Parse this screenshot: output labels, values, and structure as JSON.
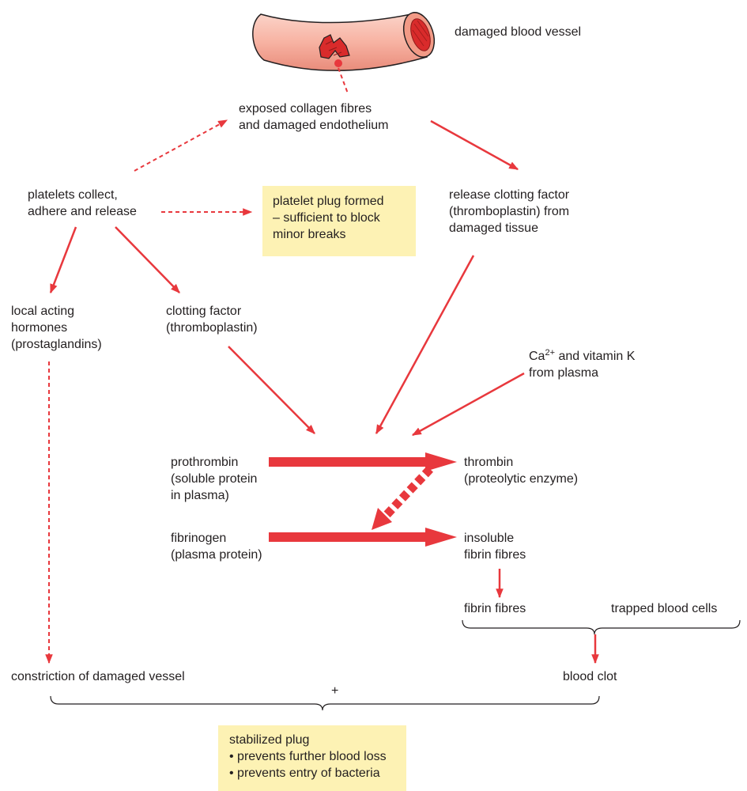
{
  "nodes": {
    "vessel": {
      "lines": [
        "damaged blood vessel"
      ]
    },
    "collagen": {
      "lines": [
        "exposed collagen fibres",
        "and damaged endothelium"
      ]
    },
    "platelets": {
      "lines": [
        "platelets collect,",
        "adhere and release"
      ]
    },
    "plug": {
      "lines": [
        "platelet plug formed",
        "– sufficient to block",
        "minor breaks"
      ]
    },
    "release": {
      "lines": [
        "release clotting factor",
        "(thromboplastin) from",
        "damaged tissue"
      ]
    },
    "hormones": {
      "lines": [
        "local acting",
        "hormones",
        "(prostaglandins)"
      ]
    },
    "clotting": {
      "lines": [
        "clotting factor",
        "(thromboplastin)"
      ]
    },
    "calcium": {
      "ca": "Ca",
      "charge": "2+",
      "rest": " and vitamin K",
      "line2": "from plasma"
    },
    "prothrombin": {
      "lines": [
        "prothrombin",
        "(soluble protein",
        "in plasma)"
      ]
    },
    "thrombin": {
      "lines": [
        "thrombin",
        "(proteolytic enzyme)"
      ]
    },
    "fibrinogen": {
      "lines": [
        "fibrinogen",
        "(plasma protein)"
      ]
    },
    "insoluble": {
      "lines": [
        "insoluble",
        "fibrin fibres"
      ]
    },
    "fibrin": {
      "lines": [
        "fibrin fibres"
      ]
    },
    "trapped": {
      "lines": [
        "trapped blood cells"
      ]
    },
    "constriction": {
      "lines": [
        "constriction of damaged vessel"
      ]
    },
    "clot": {
      "lines": [
        "blood clot"
      ]
    },
    "plus": {
      "lines": [
        "+"
      ]
    },
    "stabilized": {
      "lines": [
        "stabilized plug",
        "• prevents further blood loss",
        "• prevents entry of bacteria"
      ]
    }
  },
  "colors": {
    "arrow": "#e8383d",
    "highlight": "#fdf2b4",
    "vessel_fill": "#f7b7a8",
    "vessel_dark": "#d92b2b",
    "text": "#231f20"
  }
}
